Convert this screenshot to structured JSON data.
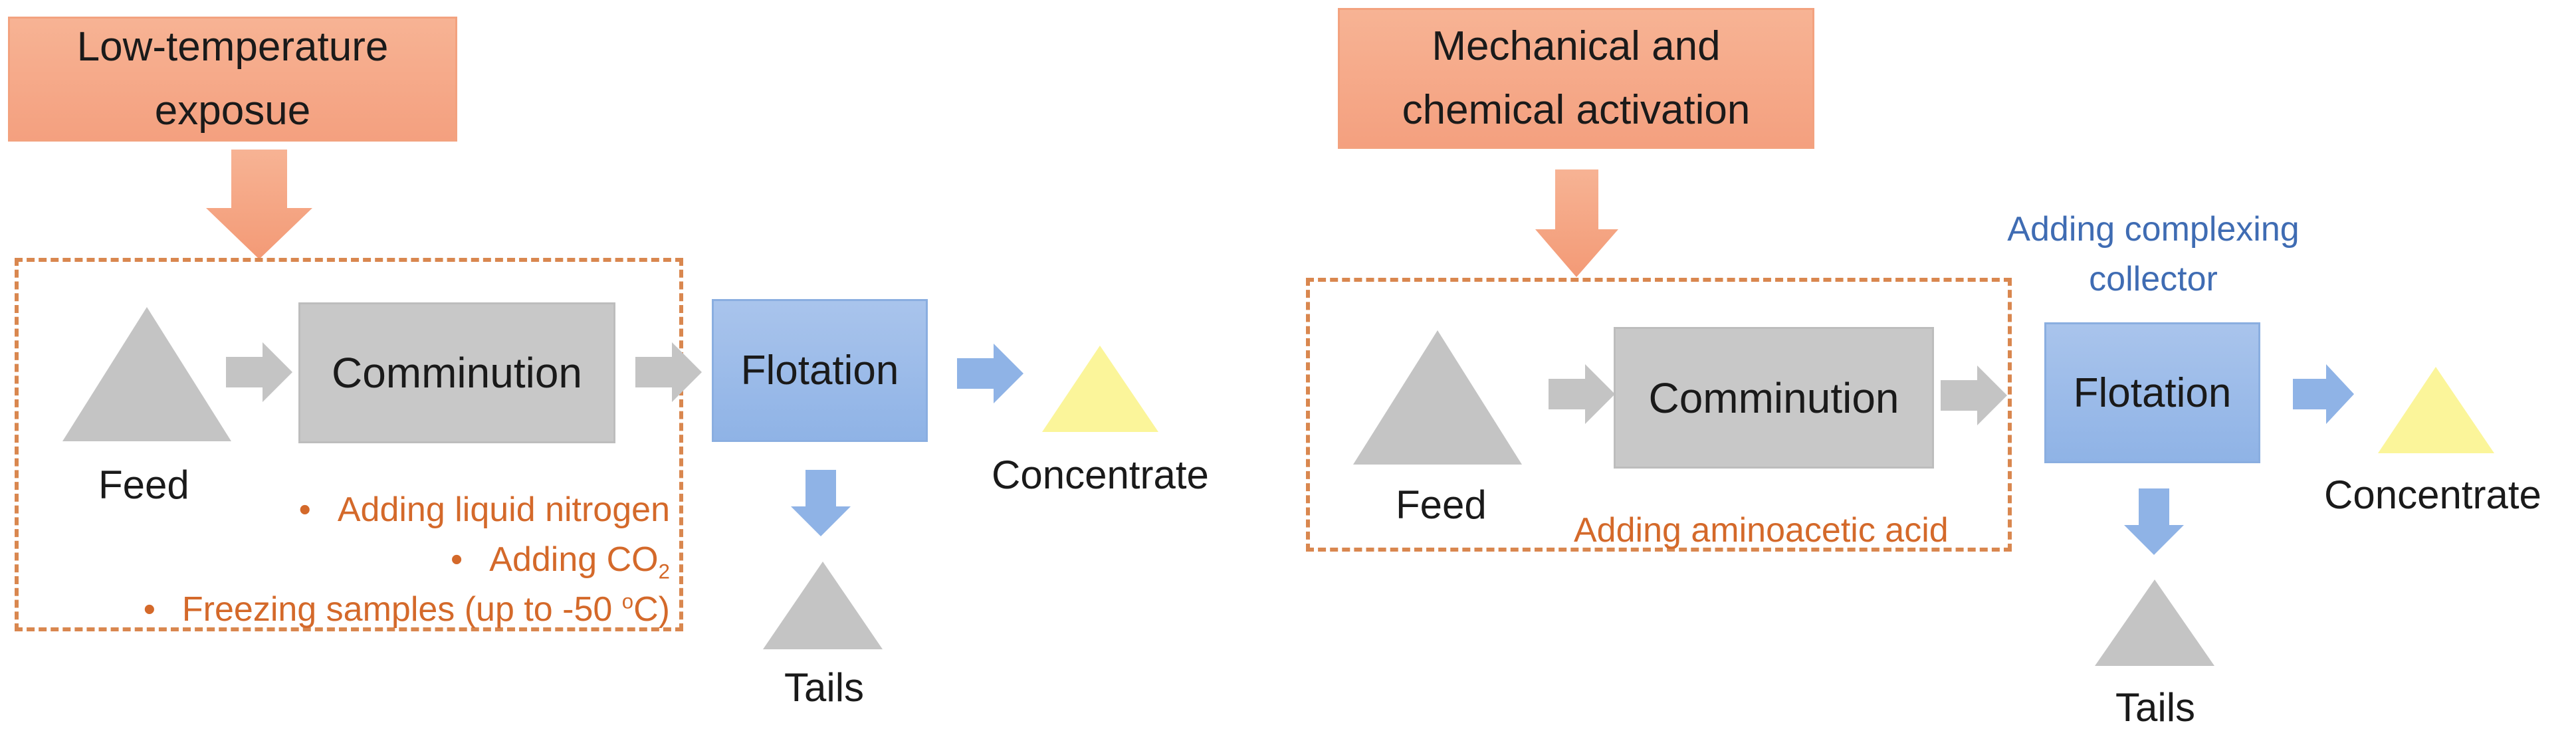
{
  "left": {
    "treatment_box": {
      "line1": "Low-temperature",
      "line2": "exposue"
    },
    "feed_label": "Feed",
    "comminution_label": "Comminution",
    "flotation_label": "Flotation",
    "concentrate_label": "Concentrate",
    "tails_label": "Tails",
    "notes": {
      "bullet": "•",
      "n1": "Adding liquid nitrogen",
      "n2_prefix": "Adding CO",
      "n2_sub": "2",
      "n3_prefix": "Freezing samples (up to -50 ",
      "n3_sup": "o",
      "n3_suffix": "C)"
    }
  },
  "right": {
    "treatment_box": {
      "line1": "Mechanical and",
      "line2": "chemical activation"
    },
    "feed_label": "Feed",
    "comminution_label": "Comminution",
    "flotation_label": "Flotation",
    "concentrate_label": "Concentrate",
    "tails_label": "Tails",
    "note": "Adding aminoacetic acid",
    "collector_note": {
      "line1": "Adding complexing",
      "line2": "collector"
    }
  },
  "colors": {
    "treatment_fill": "#f4a683",
    "dashed_border": "#d9874f",
    "gray_shape": "#c4c4c4",
    "blue_box": "#97b8e8",
    "concentrate_triangle": "#fbf59a",
    "orange_text": "#d4692a",
    "blue_text": "#3f6cb3"
  }
}
